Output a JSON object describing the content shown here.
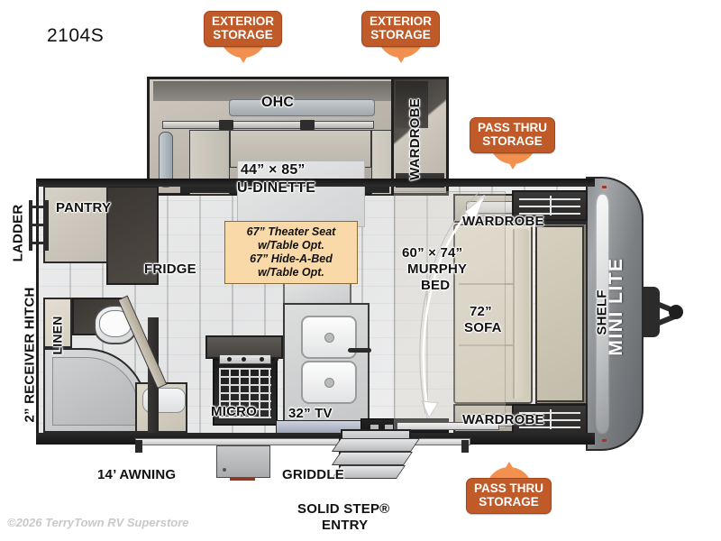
{
  "model": {
    "number": "2104S",
    "brand": "MINI LITE"
  },
  "copyright": "©2026 TerryTown RV Superstore",
  "badges": [
    {
      "id": "exterior-storage-left",
      "line1": "EXTERIOR",
      "line2": "STORAGE",
      "point": "down"
    },
    {
      "id": "exterior-storage-right",
      "line1": "EXTERIOR",
      "line2": "STORAGE",
      "point": "down"
    },
    {
      "id": "pass-thru-storage-upper",
      "line1": "PASS THRU",
      "line2": "STORAGE",
      "point": "down"
    },
    {
      "id": "pass-thru-storage-lower",
      "line1": "PASS THRU",
      "line2": "STORAGE",
      "point": "up"
    }
  ],
  "callout": {
    "lines": [
      "67” Theater Seat",
      "w/Table Opt.",
      "67” Hide-A-Bed",
      "w/Table Opt."
    ],
    "background": "#FAD9A8",
    "border": "#8a6a34"
  },
  "labels": {
    "ohc": "OHC",
    "dinette_size": "44” × 85”",
    "dinette_name": "U-DINETTE",
    "wardrobe_slide": "WARDROBE",
    "wardrobe_upper": "WARDROBE",
    "wardrobe_lower": "WARDROBE",
    "murphy_size": "60” × 74”",
    "murphy_name1": "MURPHY",
    "murphy_name2": "BED",
    "sofa_size": "72”",
    "sofa_name": "SOFA",
    "shelf": "SHELF",
    "pantry": "PANTRY",
    "fridge": "FRIDGE",
    "linen": "LINEN",
    "micro": "MICRO",
    "tv": "32” TV",
    "awning": "14’ AWNING",
    "griddle": "GRIDDLE",
    "entry1": "SOLID STEP®",
    "entry2": "ENTRY",
    "ladder": "LADDER",
    "hitch": "2” RECEIVER HITCH"
  },
  "colors": {
    "badge_pin": "#f2914f",
    "badge_plate": "#c05a29",
    "badge_text": "#ffffff",
    "callout_bg": "#FAD9A8",
    "outline": "#1f1f1f",
    "floor": "#cfd0d1",
    "cabinet_beige": "#cdc7bb",
    "copyright_text": "#c9c9c9"
  }
}
